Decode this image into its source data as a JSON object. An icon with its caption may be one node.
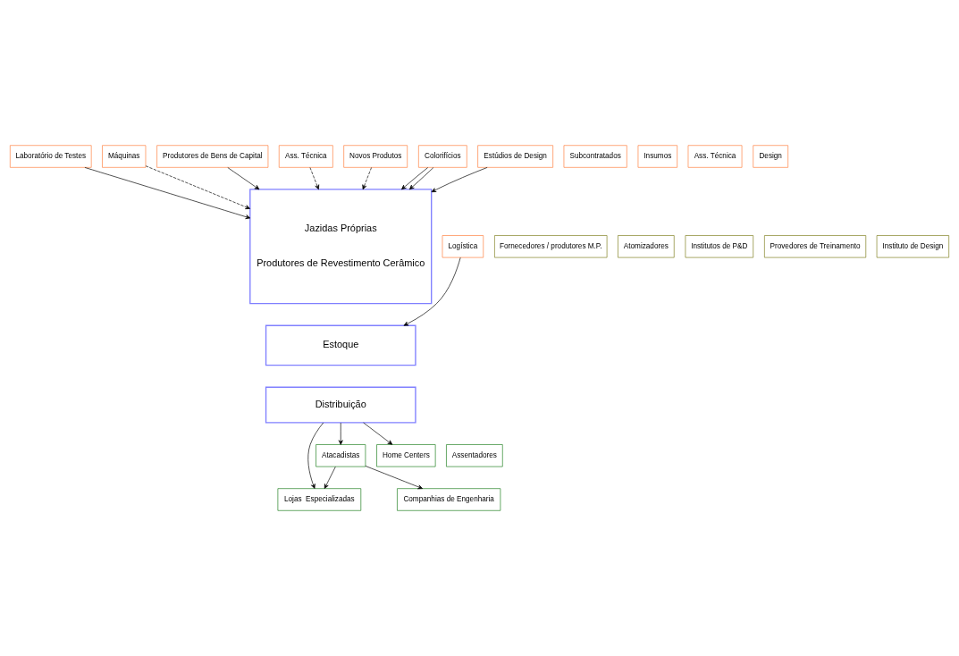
{
  "diagram": {
    "nodes": [
      {
        "text": [
          "Laboratório de Testes"
        ]
      },
      {
        "text": [
          "Subcontratados"
        ]
      },
      {
        "text": [
          "Fornecedores / produtores M.P."
        ]
      },
      {
        "text": [
          "Jazidas Próprias",
          "Produtores de Revestimento Cerâmico"
        ]
      },
      {
        "text": [
          "Máquinas"
        ]
      },
      {
        "text": [
          "Produtores de Bens de Capital"
        ]
      },
      {
        "text": [
          "Ass. Técnica"
        ]
      },
      {
        "text": [
          "Atomizadores"
        ]
      },
      {
        "text": [
          "Novos Produtos"
        ]
      },
      {
        "text": [
          "Institutos de P&D"
        ]
      },
      {
        "text": [
          "Insumos"
        ]
      },
      {
        "text": [
          "Colorifícios"
        ]
      },
      {
        "text": [
          "Provedores de Treinamento"
        ]
      },
      {
        "text": [
          "Ass. Técnica"
        ]
      },
      {
        "text": [
          "Design"
        ]
      },
      {
        "text": [
          "Instituto de Design"
        ]
      },
      {
        "text": [
          "Estoque"
        ]
      },
      {
        "text": [
          "Estúdios de Design"
        ]
      },
      {
        "text": [
          "Distribuição"
        ]
      },
      {
        "text": [
          "Logística"
        ]
      },
      {
        "text": [
          "Atacadistas"
        ]
      },
      {
        "text": [
          "Companhias de Engenharia"
        ]
      },
      {
        "text": [
          "Lojas  Especializadas"
        ]
      },
      {
        "text": [
          "Home Centers"
        ]
      },
      {
        "text": [
          "Assentadores"
        ]
      }
    ],
    "edges": [
      {
        "from": 0,
        "to": 3,
        "arrow": "to"
      },
      {
        "from": 5,
        "to": 3,
        "arrow": "to"
      },
      {
        "from": 4,
        "to": 3,
        "arrow": "to",
        "style": "dashed"
      },
      {
        "from": 6,
        "to": 3,
        "arrow": "to",
        "style": "dashed"
      },
      {
        "from": 8,
        "to": 3,
        "arrow": "to",
        "style": "dashed"
      },
      {
        "from": 11,
        "to": 3,
        "arrow": "to"
      },
      {
        "from": 11,
        "to": 3,
        "arrow": "to"
      },
      {
        "from": 17,
        "to": 3,
        "arrow": "to"
      },
      {
        "from": 19,
        "to": 16,
        "arrow": "to"
      },
      {
        "from": 18,
        "to": 20,
        "arrow": "to"
      },
      {
        "from": 18,
        "to": 22,
        "arrow": "to"
      },
      {
        "from": 18,
        "to": 23,
        "arrow": "to"
      },
      {
        "from": 20,
        "to": 21,
        "arrow": "to"
      },
      {
        "from": 20,
        "to": 22,
        "arrow": "to"
      }
    ]
  }
}
